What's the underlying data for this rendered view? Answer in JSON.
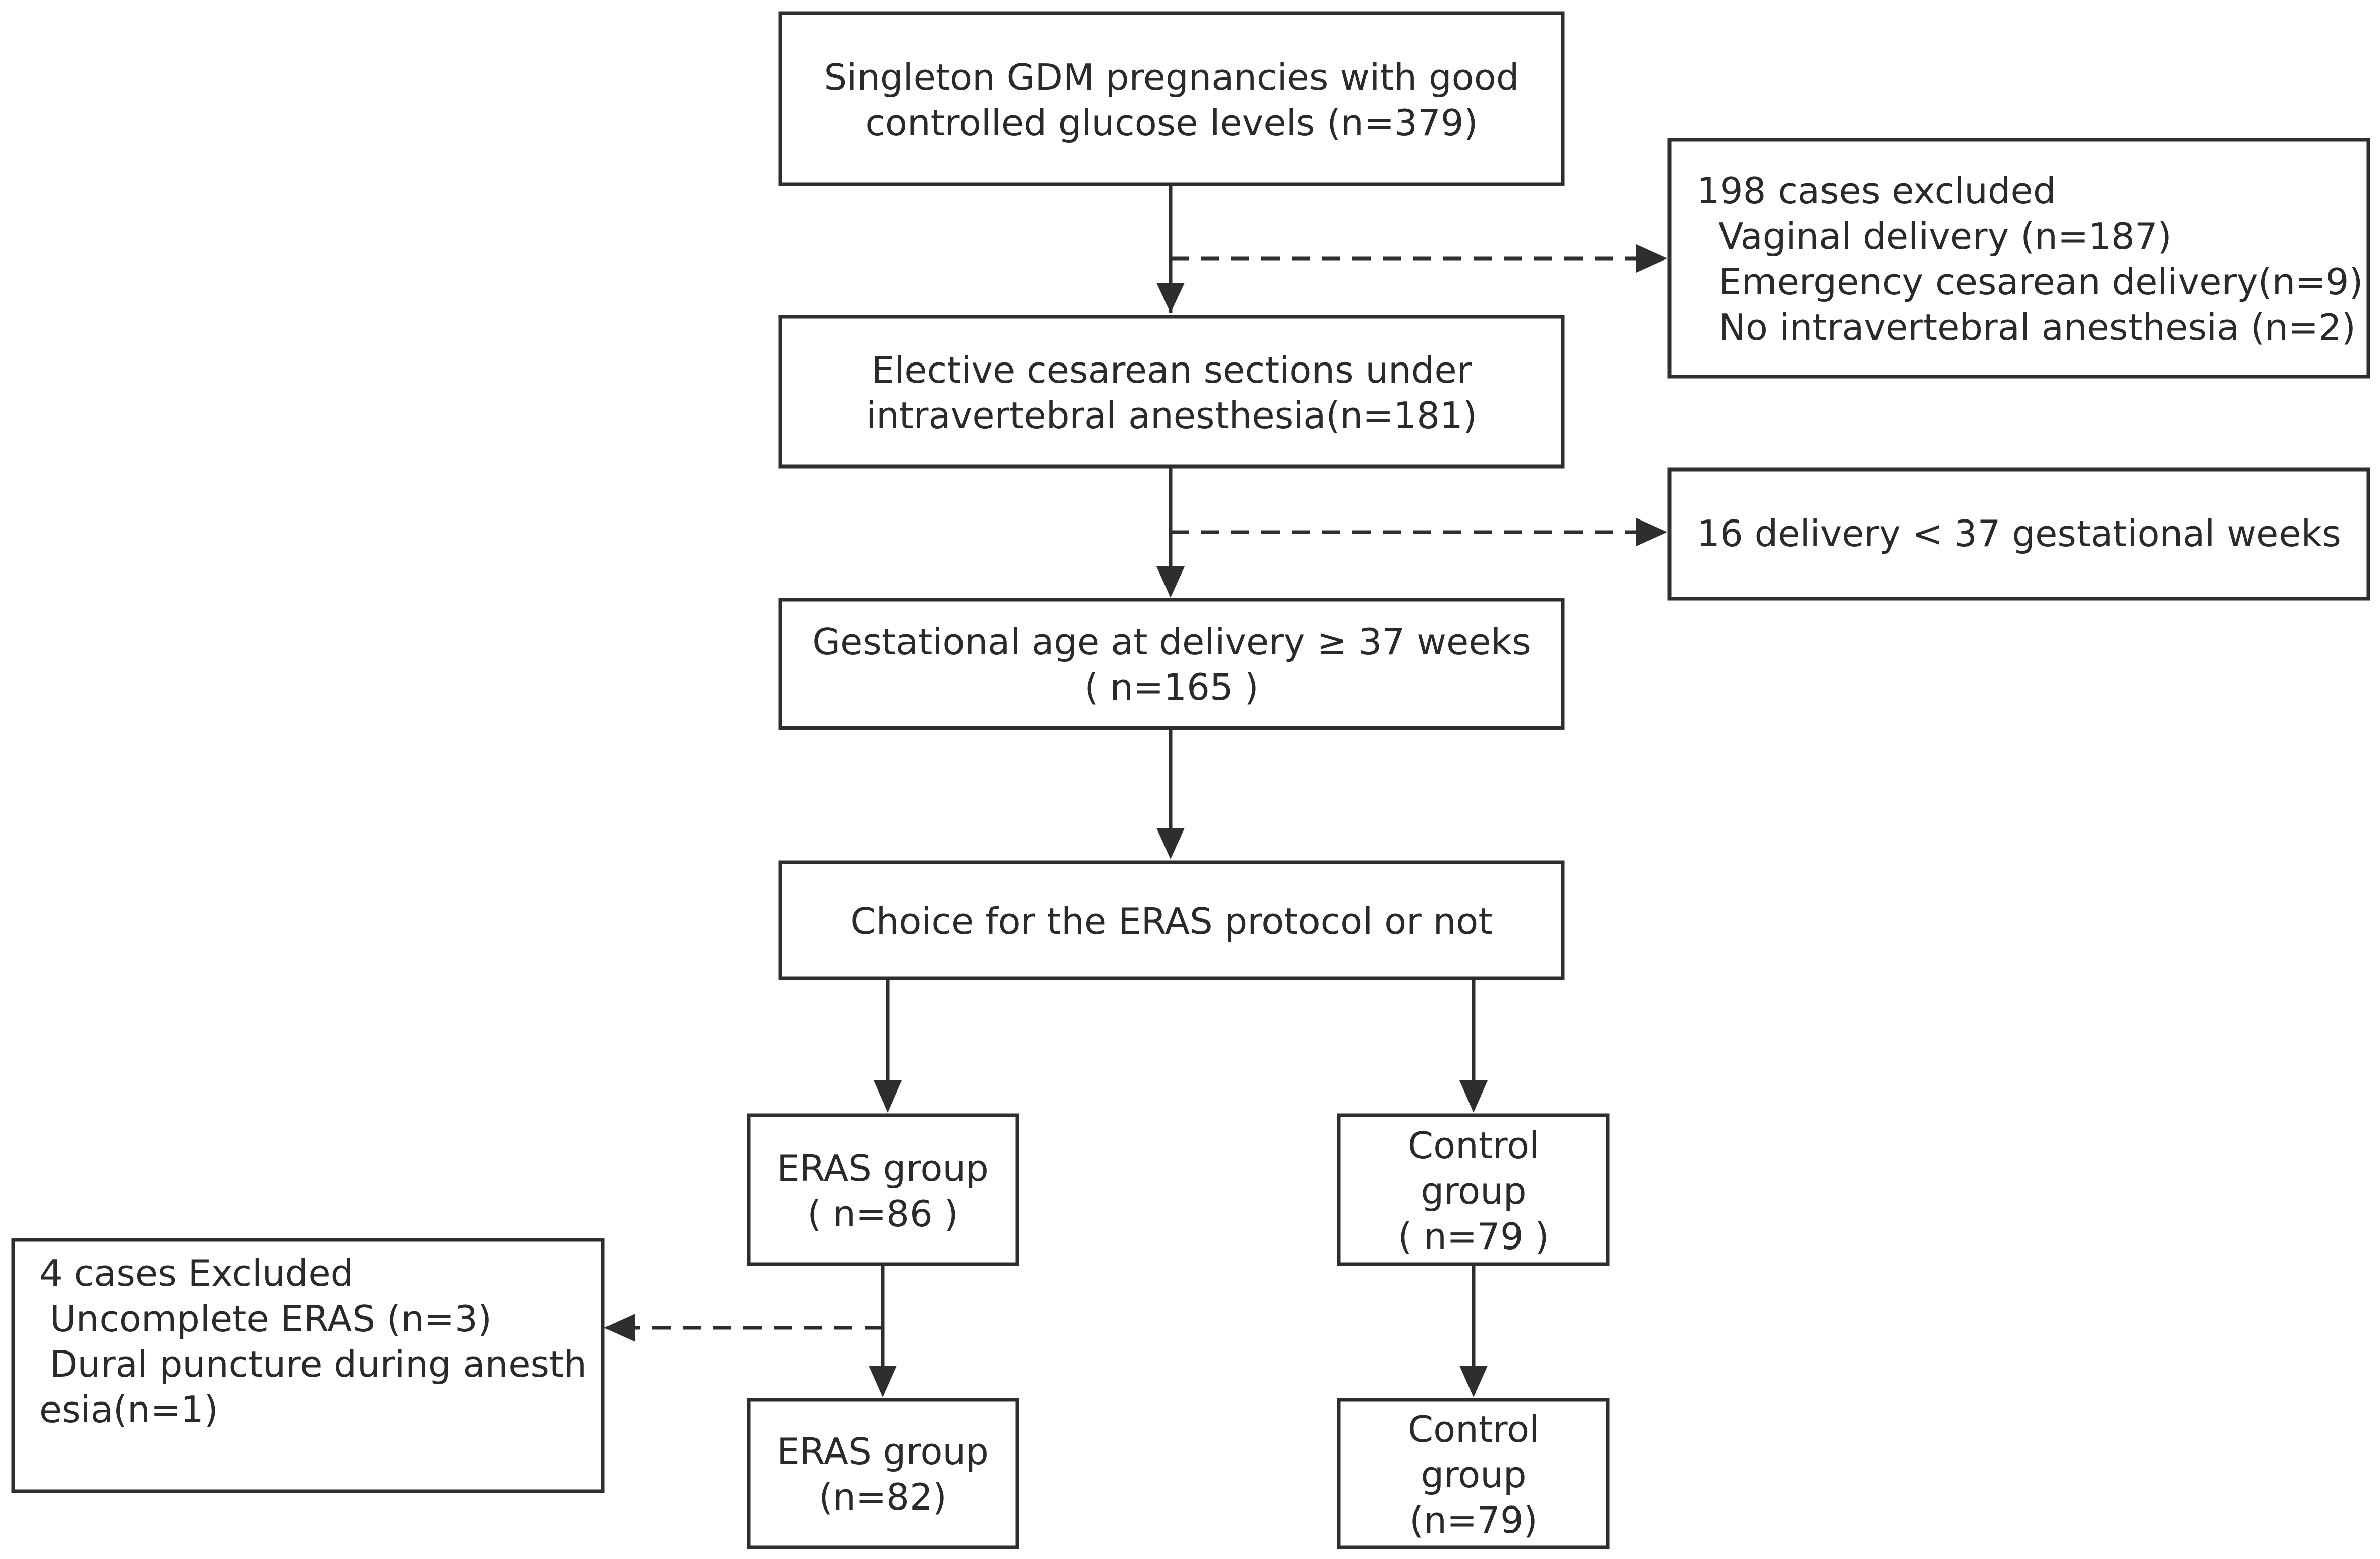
{
  "nodes": {
    "start": {
      "lines": [
        "Singleton GDM pregnancies with good",
        "controlled glucose levels (n=379)"
      ]
    },
    "exclusion1": {
      "lines": [
        "198 cases excluded",
        "Vaginal delivery (n=187)",
        "Emergency cesarean delivery(n=9)",
        "No intravertebral anesthesia (n=2)"
      ]
    },
    "elective": {
      "lines": [
        "Elective cesarean sections under",
        "intravertebral anesthesia(n=181)"
      ]
    },
    "exclusion2": {
      "lines": [
        "16  delivery < 37 gestational weeks"
      ]
    },
    "gestational": {
      "lines": [
        "Gestational age at delivery ≥ 37 weeks",
        "( n=165 )"
      ]
    },
    "choice": {
      "lines": [
        "Choice for the ERAS protocol or not"
      ]
    },
    "eras_initial": {
      "lines": [
        "ERAS group",
        "( n=86 )"
      ]
    },
    "control_initial": {
      "lines": [
        "Control",
        "group",
        "( n=79 )"
      ]
    },
    "exclusion3": {
      "lines": [
        "4 cases Excluded",
        "Uncomplete ERAS (n=3)",
        "Dural puncture during anesth",
        "esia(n=1)"
      ]
    },
    "eras_final": {
      "lines": [
        "ERAS group",
        "(n=82)"
      ]
    },
    "control_final": {
      "lines": [
        "Control",
        "group",
        "(n=79)"
      ]
    }
  },
  "edges": [
    {
      "from": "start",
      "to": "elective",
      "style": "solid"
    },
    {
      "from": "start",
      "to": "exclusion1",
      "style": "dashed"
    },
    {
      "from": "elective",
      "to": "gestational",
      "style": "solid"
    },
    {
      "from": "elective",
      "to": "exclusion2",
      "style": "dashed"
    },
    {
      "from": "gestational",
      "to": "choice",
      "style": "solid"
    },
    {
      "from": "choice",
      "to": "eras_initial",
      "style": "solid"
    },
    {
      "from": "choice",
      "to": "control_initial",
      "style": "solid"
    },
    {
      "from": "eras_initial",
      "to": "exclusion3",
      "style": "dashed"
    },
    {
      "from": "eras_initial",
      "to": "eras_final",
      "style": "solid"
    },
    {
      "from": "control_initial",
      "to": "control_final",
      "style": "solid"
    }
  ]
}
